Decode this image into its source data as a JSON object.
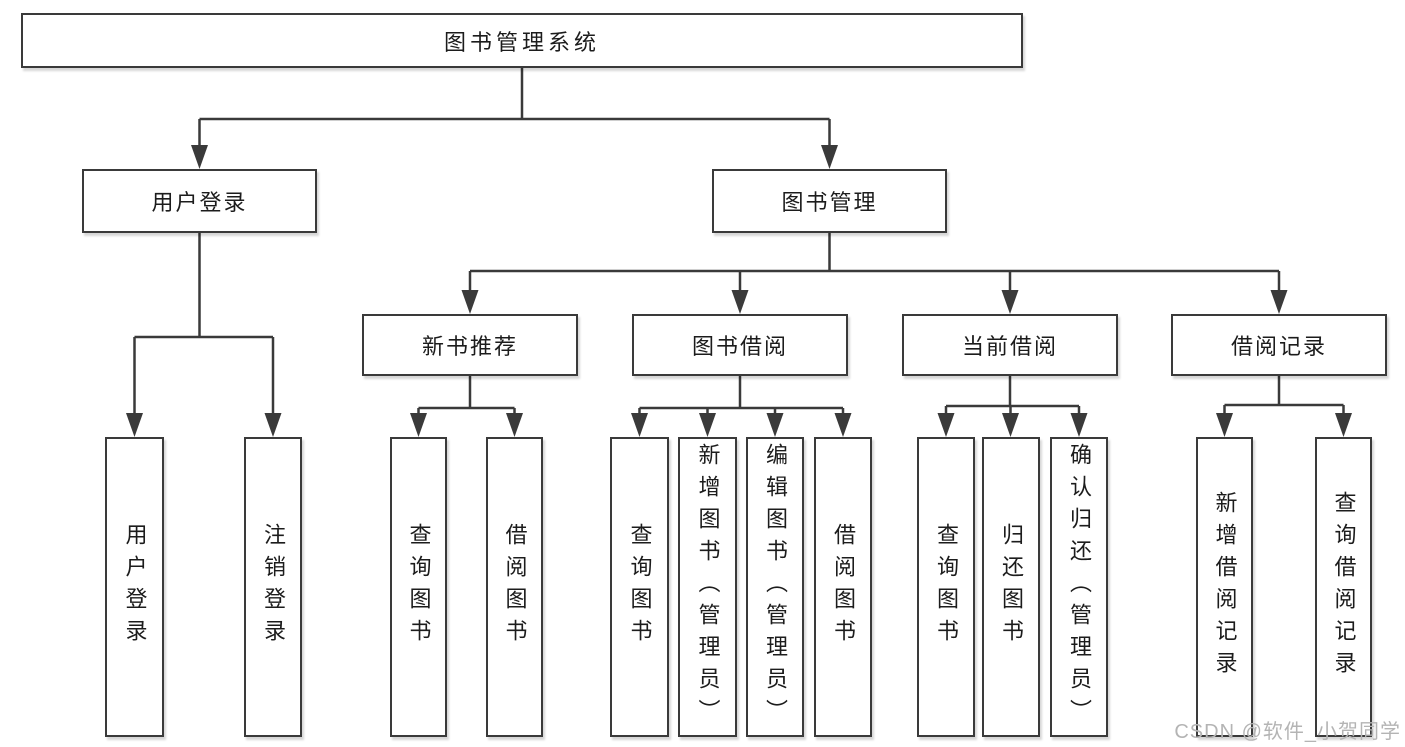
{
  "diagram": {
    "root": {
      "label": "图书管理系统"
    },
    "level2": [
      {
        "label": "用户登录"
      },
      {
        "label": "图书管理"
      }
    ],
    "level3": [
      {
        "label": "新书推荐"
      },
      {
        "label": "图书借阅"
      },
      {
        "label": "当前借阅"
      },
      {
        "label": "借阅记录"
      }
    ],
    "leaves": [
      {
        "label": "用户登录"
      },
      {
        "label": "注销登录"
      },
      {
        "label": "查询图书"
      },
      {
        "label": "借阅图书"
      },
      {
        "label": "查询图书"
      },
      {
        "label": "新增图书（管理员）"
      },
      {
        "label": "编辑图书（管理员）"
      },
      {
        "label": "借阅图书"
      },
      {
        "label": "查询图书"
      },
      {
        "label": "归还图书"
      },
      {
        "label": "确认归还（管理员）"
      },
      {
        "label": "新增借阅记录"
      },
      {
        "label": "查询借阅记录"
      }
    ]
  },
  "watermark": {
    "text": "CSDN @软件_小贺同学"
  },
  "colors": {
    "line": "#3a3a3a",
    "text": "#1c1c1c",
    "background": "#ffffff",
    "watermark": "#b4b4b4"
  }
}
